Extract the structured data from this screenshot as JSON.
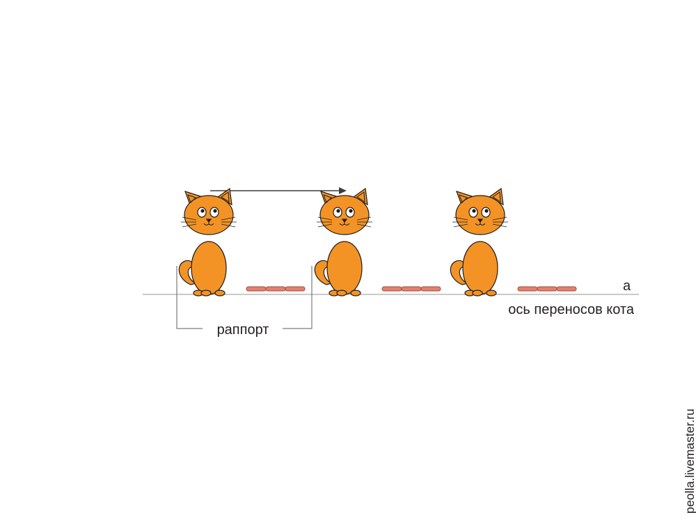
{
  "labels": {
    "axis_letter": "a",
    "axis_caption": "ось переносов кота",
    "rapport": "раппорт",
    "watermark": "peolla.livemaster.ru"
  },
  "colors": {
    "cat_fill": "#f39325",
    "cat_stroke": "#1d1d1b",
    "sausage_fill": "#e0826f",
    "sausage_stroke": "#a34a3a",
    "axis_line": "#b9b9b9",
    "bracket_line": "#7a7a7a",
    "arrow": "#3c3c3c",
    "text": "#231f20"
  },
  "motif": {
    "count": 3,
    "items": [
      "cat",
      "sausage",
      "sausage",
      "sausage"
    ]
  },
  "icons": {
    "cat": "cat-icon",
    "sausage": "sausage-icon",
    "arrow": "arrow-right-icon"
  }
}
